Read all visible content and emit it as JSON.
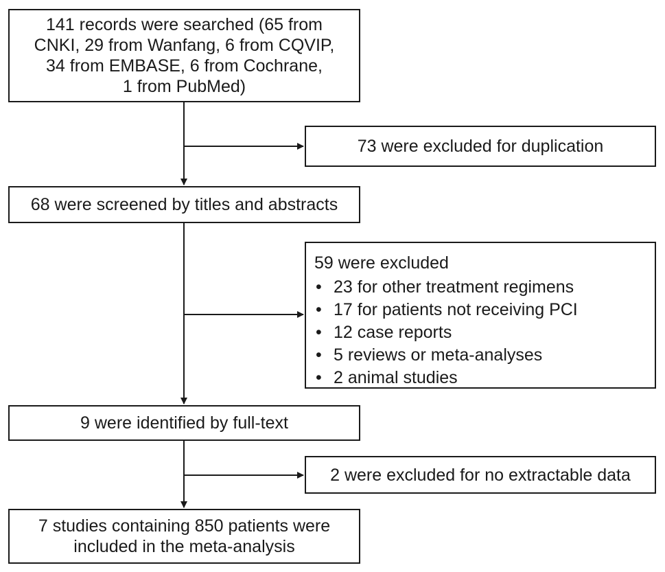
{
  "identification": {
    "records_searched": "141 records were searched (65 from\nCNKI, 29 from Wanfang, 6 from CQVIP,\n34 from EMBASE, 6 from Cochrane,\n1 from PubMed)"
  },
  "exclusion_duplication": {
    "text": "73 were excluded for duplication"
  },
  "screening": {
    "text": "68 were screened by titles and abstracts"
  },
  "exclusion_screening": {
    "title": "59 were excluded",
    "items": [
      "23 for other treatment regimens",
      "17 for patients not receiving PCI",
      "12 case reports",
      "5 reviews or meta-analyses",
      "2 animal studies"
    ]
  },
  "eligibility": {
    "text": "9 were identified by full-text"
  },
  "exclusion_fulltext": {
    "text": "2 were excluded for no extractable data"
  },
  "included": {
    "text": "7 studies containing 850 patients were\nincluded in the meta-analysis"
  }
}
